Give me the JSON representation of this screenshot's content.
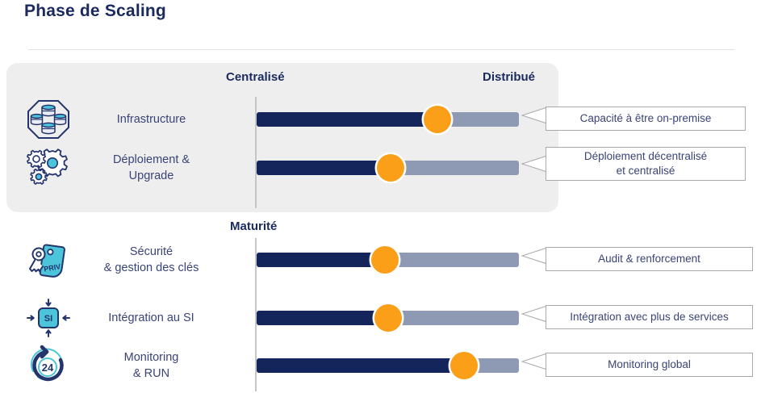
{
  "header": {
    "title": "Phase de Scaling"
  },
  "scale": {
    "left_caption": "Centralisé",
    "right_caption": "Distribué",
    "middle_caption": "Maturité"
  },
  "colors": {
    "navy": "#14255c",
    "track_gray": "#8e99b4",
    "knob_orange": "#fb9e18",
    "panel_gray": "#eeeeee",
    "cyan": "#4cc4d9",
    "text_navy": "#3a4476",
    "title_navy": "#1b2a5e"
  },
  "chart_data": {
    "type": "bar",
    "title": "Phase de Scaling",
    "xlabel": "",
    "ylabel": "",
    "axis_labels": [
      "Centralisé",
      "Distribué"
    ],
    "secondary_axis_label": "Maturité",
    "categories": [
      "Infrastructure",
      "Déploiement & Upgrade",
      "Sécurité & gestion des clés",
      "Intégration au SI",
      "Monitoring & RUN"
    ],
    "values": [
      69,
      51,
      49,
      50,
      79
    ],
    "xlim": [
      0,
      100
    ],
    "grid": false,
    "legend": "none",
    "annotations": [
      "Capacité à être on-premise",
      "Déploiement décentralisé\net centralisé",
      "Audit & renforcement",
      "Intégration avec plus de services",
      "Monitoring global"
    ]
  },
  "groups": [
    {
      "name": "scaling-group-top",
      "rows": [
        {
          "icon": "database-cluster-icon",
          "label": "Infrastructure",
          "value": 69,
          "callout": "Capacité à être on-premise",
          "callout_width": 248
        },
        {
          "icon": "gears-icon",
          "label": "Déploiement &\nUpgrade",
          "value": 51,
          "callout": "Déploiement décentralisé\net centralisé",
          "callout_width": 248
        }
      ]
    },
    {
      "name": "scaling-group-bottom",
      "rows": [
        {
          "icon": "key-priv-tag-icon",
          "label": "Sécurité\n& gestion des clés",
          "value": 49,
          "callout": "Audit & renforcement",
          "callout_width": 257
        },
        {
          "icon": "si-integration-icon",
          "label": "Intégration au SI",
          "value": 50,
          "callout": "Intégration avec plus de services",
          "callout_width": 257
        },
        {
          "icon": "monitoring-24-icon",
          "label": "Monitoring\n& RUN",
          "value": 79,
          "callout": "Monitoring global",
          "callout_width": 257
        }
      ]
    }
  ]
}
